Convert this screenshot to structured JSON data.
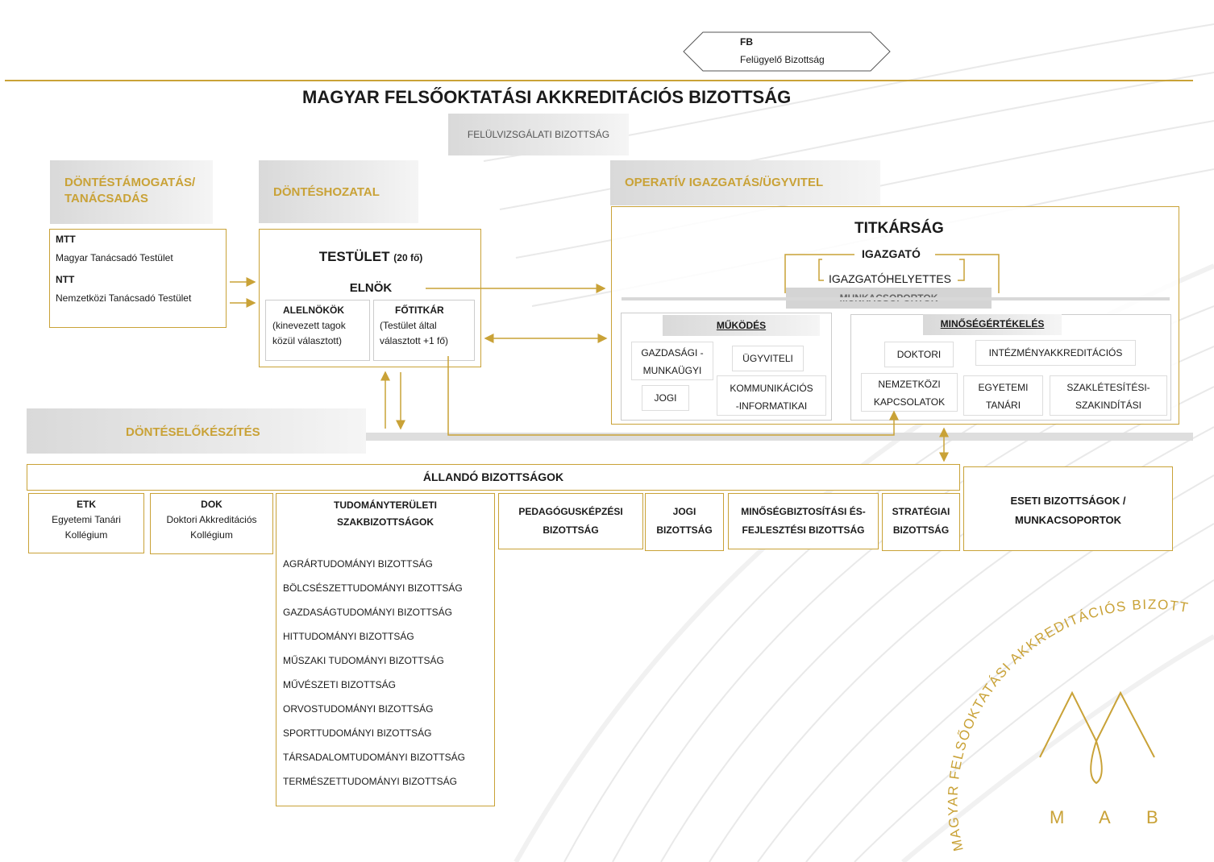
{
  "colors": {
    "gold": "#c9a237",
    "grey_band": "#d9d9d9",
    "text": "#1a1a1a"
  },
  "fb": {
    "code": "FB",
    "name": "Felügyelő Bizottság"
  },
  "title": "MAGYAR FELSŐOKTATÁSI AKKREDITÁCIÓS BIZOTTSÁG",
  "review_committee": "FELÜLVIZSGÁLATI BIZOTTSÁG",
  "sections": {
    "support": "DÖNTÉSTÁMOGATÁS/ TANÁCSADÁS",
    "decision": "DÖNTÉSHOZATAL",
    "operative": "OPERATÍV IGAZGATÁS/ÜGYVITEL",
    "preparation": "DÖNTÉSELŐKÉSZÍTÉS"
  },
  "advisory": {
    "mtt_code": "MTT",
    "mtt_name": "Magyar Tanácsadó Testület",
    "ntt_code": "NTT",
    "ntt_name": "Nemzetközi Tanácsadó Testület"
  },
  "board": {
    "title": "TESTÜLET",
    "size": "(20 fő)",
    "president": "ELNÖK",
    "vice_title": "ALELNÖKÖK",
    "vice_line1": "(kinevezett tagok",
    "vice_line2": "közül választott)",
    "secretary_title": "FŐTITKÁR",
    "secretary_line1": "(Testület által",
    "secretary_line2": "választott +1 fő)"
  },
  "secretariat": {
    "title": "TITKÁRSÁG",
    "director": "IGAZGATÓ",
    "deputy": "IGAZGATÓHELYETTES",
    "workgroups": "MUNKACSOPORTOK",
    "operation_title": "MŰKÖDÉS",
    "operation_items": {
      "econ_line1": "GAZDASÁGI -",
      "econ_line2": "MUNKAÜGYI",
      "admin": "ÜGYVITELI",
      "legal": "JOGI",
      "comm_line1": "KOMMUNIKÁCIÓS",
      "comm_line2": "-INFORMATIKAI"
    },
    "quality_title": "MINŐSÉGÉRTÉKELÉS",
    "quality_items": {
      "doctoral": "DOKTORI",
      "institutional": "INTÉZMÉNYAKKREDITÁCIÓS",
      "intl_line1": "NEMZETKÖZI",
      "intl_line2": "KAPCSOLATOK",
      "prof_line1": "EGYETEMI",
      "prof_line2": "TANÁRI",
      "spec_line1": "SZAKLÉTESÍTÉSI-",
      "spec_line2": "SZAKINDÍTÁSI"
    }
  },
  "standing": {
    "title": "ÁLLANDÓ BIZOTTSÁGOK",
    "etk_code": "ETK",
    "etk_line1": "Egyetemi Tanári",
    "etk_line2": "Kollégium",
    "dok_code": "DOK",
    "dok_line1": "Doktori Akkreditációs",
    "dok_line2": "Kollégium",
    "tsz_line1": "TUDOMÁNYTERÜLETI",
    "tsz_line2": "SZAKBIZOTTSÁGOK",
    "tsz_items": [
      "AGRÁRTUDOMÁNYI BIZOTTSÁG",
      "BÖLCSÉSZETTUDOMÁNYI BIZOTTSÁG",
      "GAZDASÁGTUDOMÁNYI BIZOTTSÁG",
      "HITTUDOMÁNYI BIZOTTSÁG",
      "MŰSZAKI TUDOMÁNYI BIZOTTSÁG",
      "MŰVÉSZETI BIZOTTSÁG",
      "ORVOSTUDOMÁNYI BIZOTTSÁG",
      "SPORTTUDOMÁNYI BIZOTTSÁG",
      "TÁRSADALOMTUDOMÁNYI BIZOTTSÁG",
      "TERMÉSZETTUDOMÁNYI BIZOTTSÁG"
    ],
    "ped_line1": "PEDAGÓGUSKÉPZÉSI",
    "ped_line2": "BIZOTTSÁG",
    "jogi_line1": "JOGI",
    "jogi_line2": "BIZOTTSÁG",
    "mb_line1": "MINŐSÉGBIZTOSÍTÁSI ÉS-",
    "mb_line2": "FEJLESZTÉSI BIZOTTSÁG",
    "strat_line1": "STRATÉGIAI",
    "strat_line2": "BIZOTTSÁG"
  },
  "adhoc": {
    "line1": "ESETI BIZOTTSÁGOK /",
    "line2": "MUNKACSOPORTOK"
  },
  "logo": {
    "arc_text": "MAGYAR FELSŐOKTATÁSI AKKREDITÁCIÓS BIZOTTSÁG",
    "letters": [
      "M",
      "A",
      "B"
    ]
  }
}
